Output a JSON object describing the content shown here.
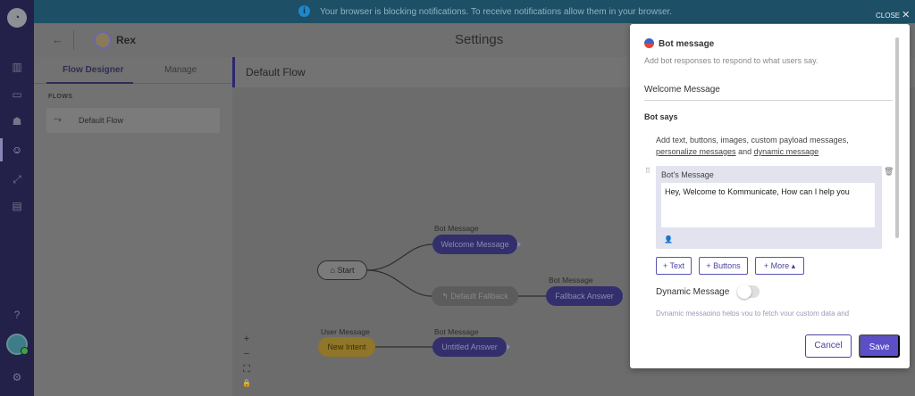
{
  "notification": {
    "text": "Your browser is blocking notifications. To receive notifications allow them in your browser."
  },
  "header": {
    "bot_name": "Rex",
    "page_title": "Settings"
  },
  "left_panel": {
    "tabs": [
      {
        "label": "Flow Designer"
      },
      {
        "label": "Manage"
      }
    ],
    "flows_label": "FLOWS",
    "flows": [
      {
        "label": "Default Flow"
      }
    ]
  },
  "canvas": {
    "title": "Default Flow",
    "nodes": {
      "start": "Start",
      "welcome": {
        "caption": "Bot Message",
        "label": "Welcome Message"
      },
      "fallback": {
        "label": "Default Fallback"
      },
      "fallback_answer": {
        "caption": "Bot Message",
        "label": "Fallback Answer"
      },
      "new_intent": {
        "caption": "User Message",
        "label": "New Intent"
      },
      "untitled": {
        "caption": "Bot Message",
        "label": "Untitled Answer"
      }
    },
    "zoom_controls": {
      "zoom_in": "+",
      "zoom_out": "−",
      "fit": "⛶",
      "lock": "🔒"
    }
  },
  "close": {
    "label": "CLOSE"
  },
  "modal": {
    "title": "Bot message",
    "subtitle": "Add bot responses to respond to what users say.",
    "intent_name": "Welcome Message",
    "bot_says_label": "Bot says",
    "help_prefix": "Add text, buttons, images, custom payload messages,",
    "help_link1": "personalize messages",
    "help_and": " and ",
    "help_link2": "dynamic message",
    "message_box_label": "Bot's Message",
    "message_text": "Hey, Welcome to Kommunicate, How can I help you",
    "add_buttons": {
      "text": "+ Text",
      "buttons": "+ Buttons",
      "more": "+ More ▴"
    },
    "dynamic_label": "Dynamic Message",
    "dynamic_toggle_on": false,
    "dynamic_desc": "Dynamic messaging helps you to fetch your custom data and",
    "cancel": "Cancel",
    "save": "Save"
  },
  "colors": {
    "brand": "#5b4fc9",
    "rail": "#23204a",
    "bot_node": "#332f6c",
    "intent_node": "#8f7628"
  }
}
